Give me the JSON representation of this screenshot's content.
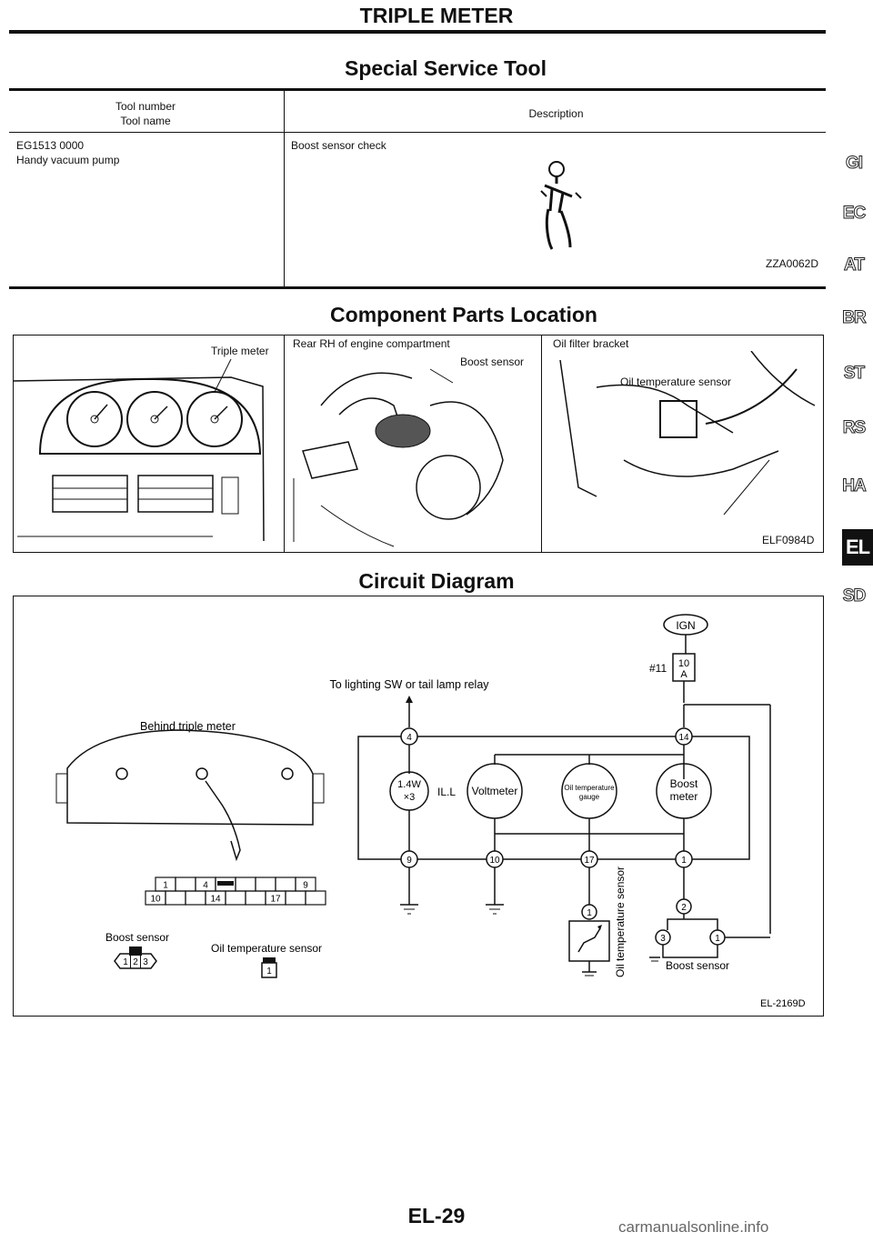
{
  "page": {
    "title": "TRIPLE METER",
    "page_number": "EL-29",
    "footer_watermark": "carmanualsonline.info"
  },
  "side_tabs": [
    "GI",
    "EC",
    "AT",
    "BR",
    "ST",
    "RS",
    "HA",
    "EL",
    "SD"
  ],
  "active_tab": "EL",
  "special_service_tool": {
    "heading": "Special Service Tool",
    "col1_header_line1": "Tool number",
    "col1_header_line2": "Tool name",
    "col2_header": "Description",
    "tool_number": "EG1513 0000",
    "tool_name": "Handy vacuum pump",
    "description": "Boost sensor check",
    "figure_code": "ZZA0062D"
  },
  "component_parts_location": {
    "heading": "Component Parts Location",
    "label_triple_meter": "Triple meter",
    "label_engine_compartment": "Rear RH of engine compartment",
    "label_boost_sensor": "Boost sensor",
    "label_oil_filter_bracket": "Oil filter bracket",
    "label_oil_temp_sensor": "Oil temperature sensor",
    "figure_code": "ELF0984D"
  },
  "circuit_diagram": {
    "heading": "Circuit Diagram",
    "ign": "IGN",
    "fuse_number": "#11",
    "fuse_rating_line1": "10",
    "fuse_rating_line2": "A",
    "lighting_label": "To lighting SW or tail lamp relay",
    "behind_label": "Behind triple meter",
    "lamp_line1": "1.4W",
    "lamp_line2": "×3",
    "illum": "IL.L",
    "voltmeter": "Voltmeter",
    "oil_gauge_line1": "Oil temperature",
    "oil_gauge_line2": "gauge",
    "boost_meter_line1": "Boost",
    "boost_meter_line2": "meter",
    "terminal_4": "4",
    "terminal_14": "14",
    "terminal_9": "9",
    "terminal_10": "10",
    "terminal_17": "17",
    "terminal_1": "1",
    "sensor_t1": "1",
    "sensor_t2": "2",
    "sensor_t3": "3",
    "sensor_t1b": "1",
    "vertical_oil_sensor": "Oil temperature sensor",
    "boost_sensor_label": "Boost sensor",
    "conn_boost_label": "Boost sensor",
    "conn_oil_label": "Oil temperature sensor",
    "conn_top_row": [
      "1",
      "",
      "4",
      "",
      "",
      "",
      "",
      "9"
    ],
    "conn_bottom_row": [
      "10",
      "",
      "",
      "14",
      "",
      "",
      "17",
      "",
      ""
    ],
    "boost_conn_pins": [
      "1",
      "2",
      "3"
    ],
    "oil_conn_pin": "1",
    "figure_code": "EL-2169D"
  }
}
